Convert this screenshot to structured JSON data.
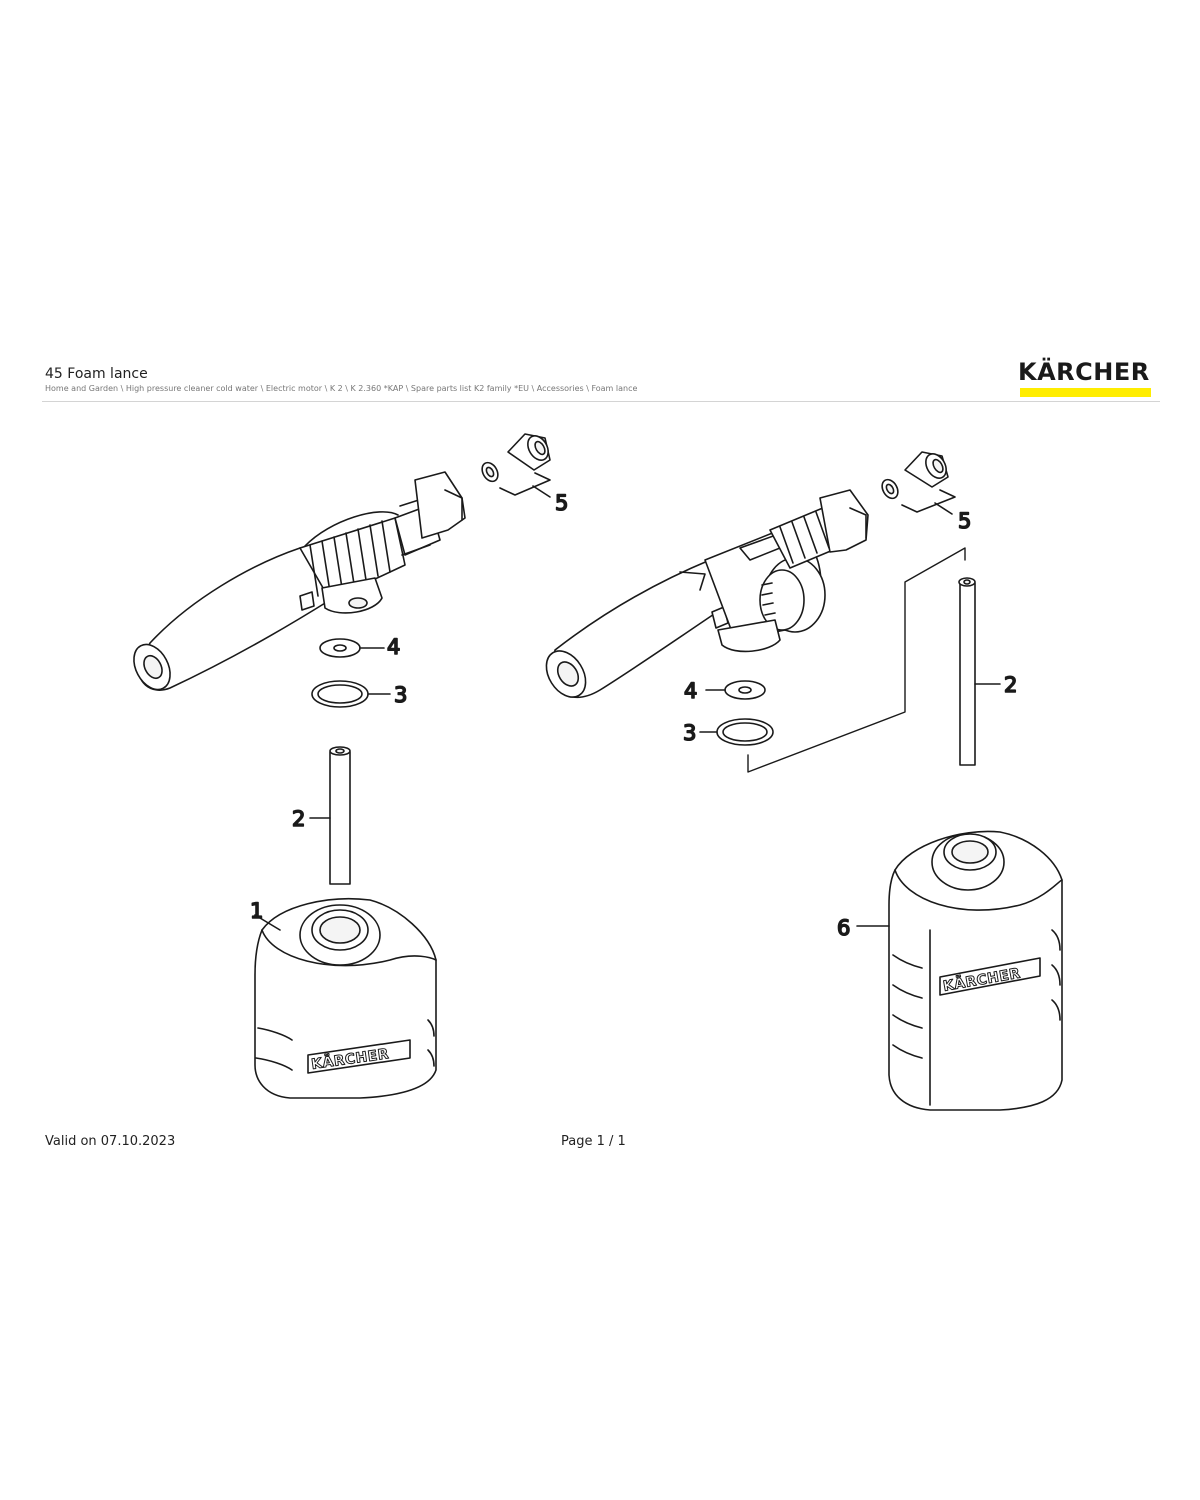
{
  "header": {
    "title": "45 Foam lance",
    "breadcrumb": "Home and Garden \\ High pressure cleaner cold water \\ Electric motor \\ K 2 \\ K 2.360 *KAP \\ Spare parts list K2 family *EU \\ Accessories \\ Foam lance",
    "logo_text": "KÄRCHER",
    "logo_accent_color": "#ffed00"
  },
  "diagram": {
    "bottle_brand_text": "KÄRCHER",
    "left_assembly": {
      "callouts": {
        "bottle": "1",
        "tube": "2",
        "o_ring": "3",
        "washer": "4",
        "adapter_set": "5"
      }
    },
    "right_assembly": {
      "callouts": {
        "tube": "2",
        "o_ring": "3",
        "washer": "4",
        "adapter_set": "5",
        "bottle": "6"
      }
    }
  },
  "footer": {
    "valid": "Valid on 07.10.2023",
    "page": "Page 1 / 1"
  }
}
